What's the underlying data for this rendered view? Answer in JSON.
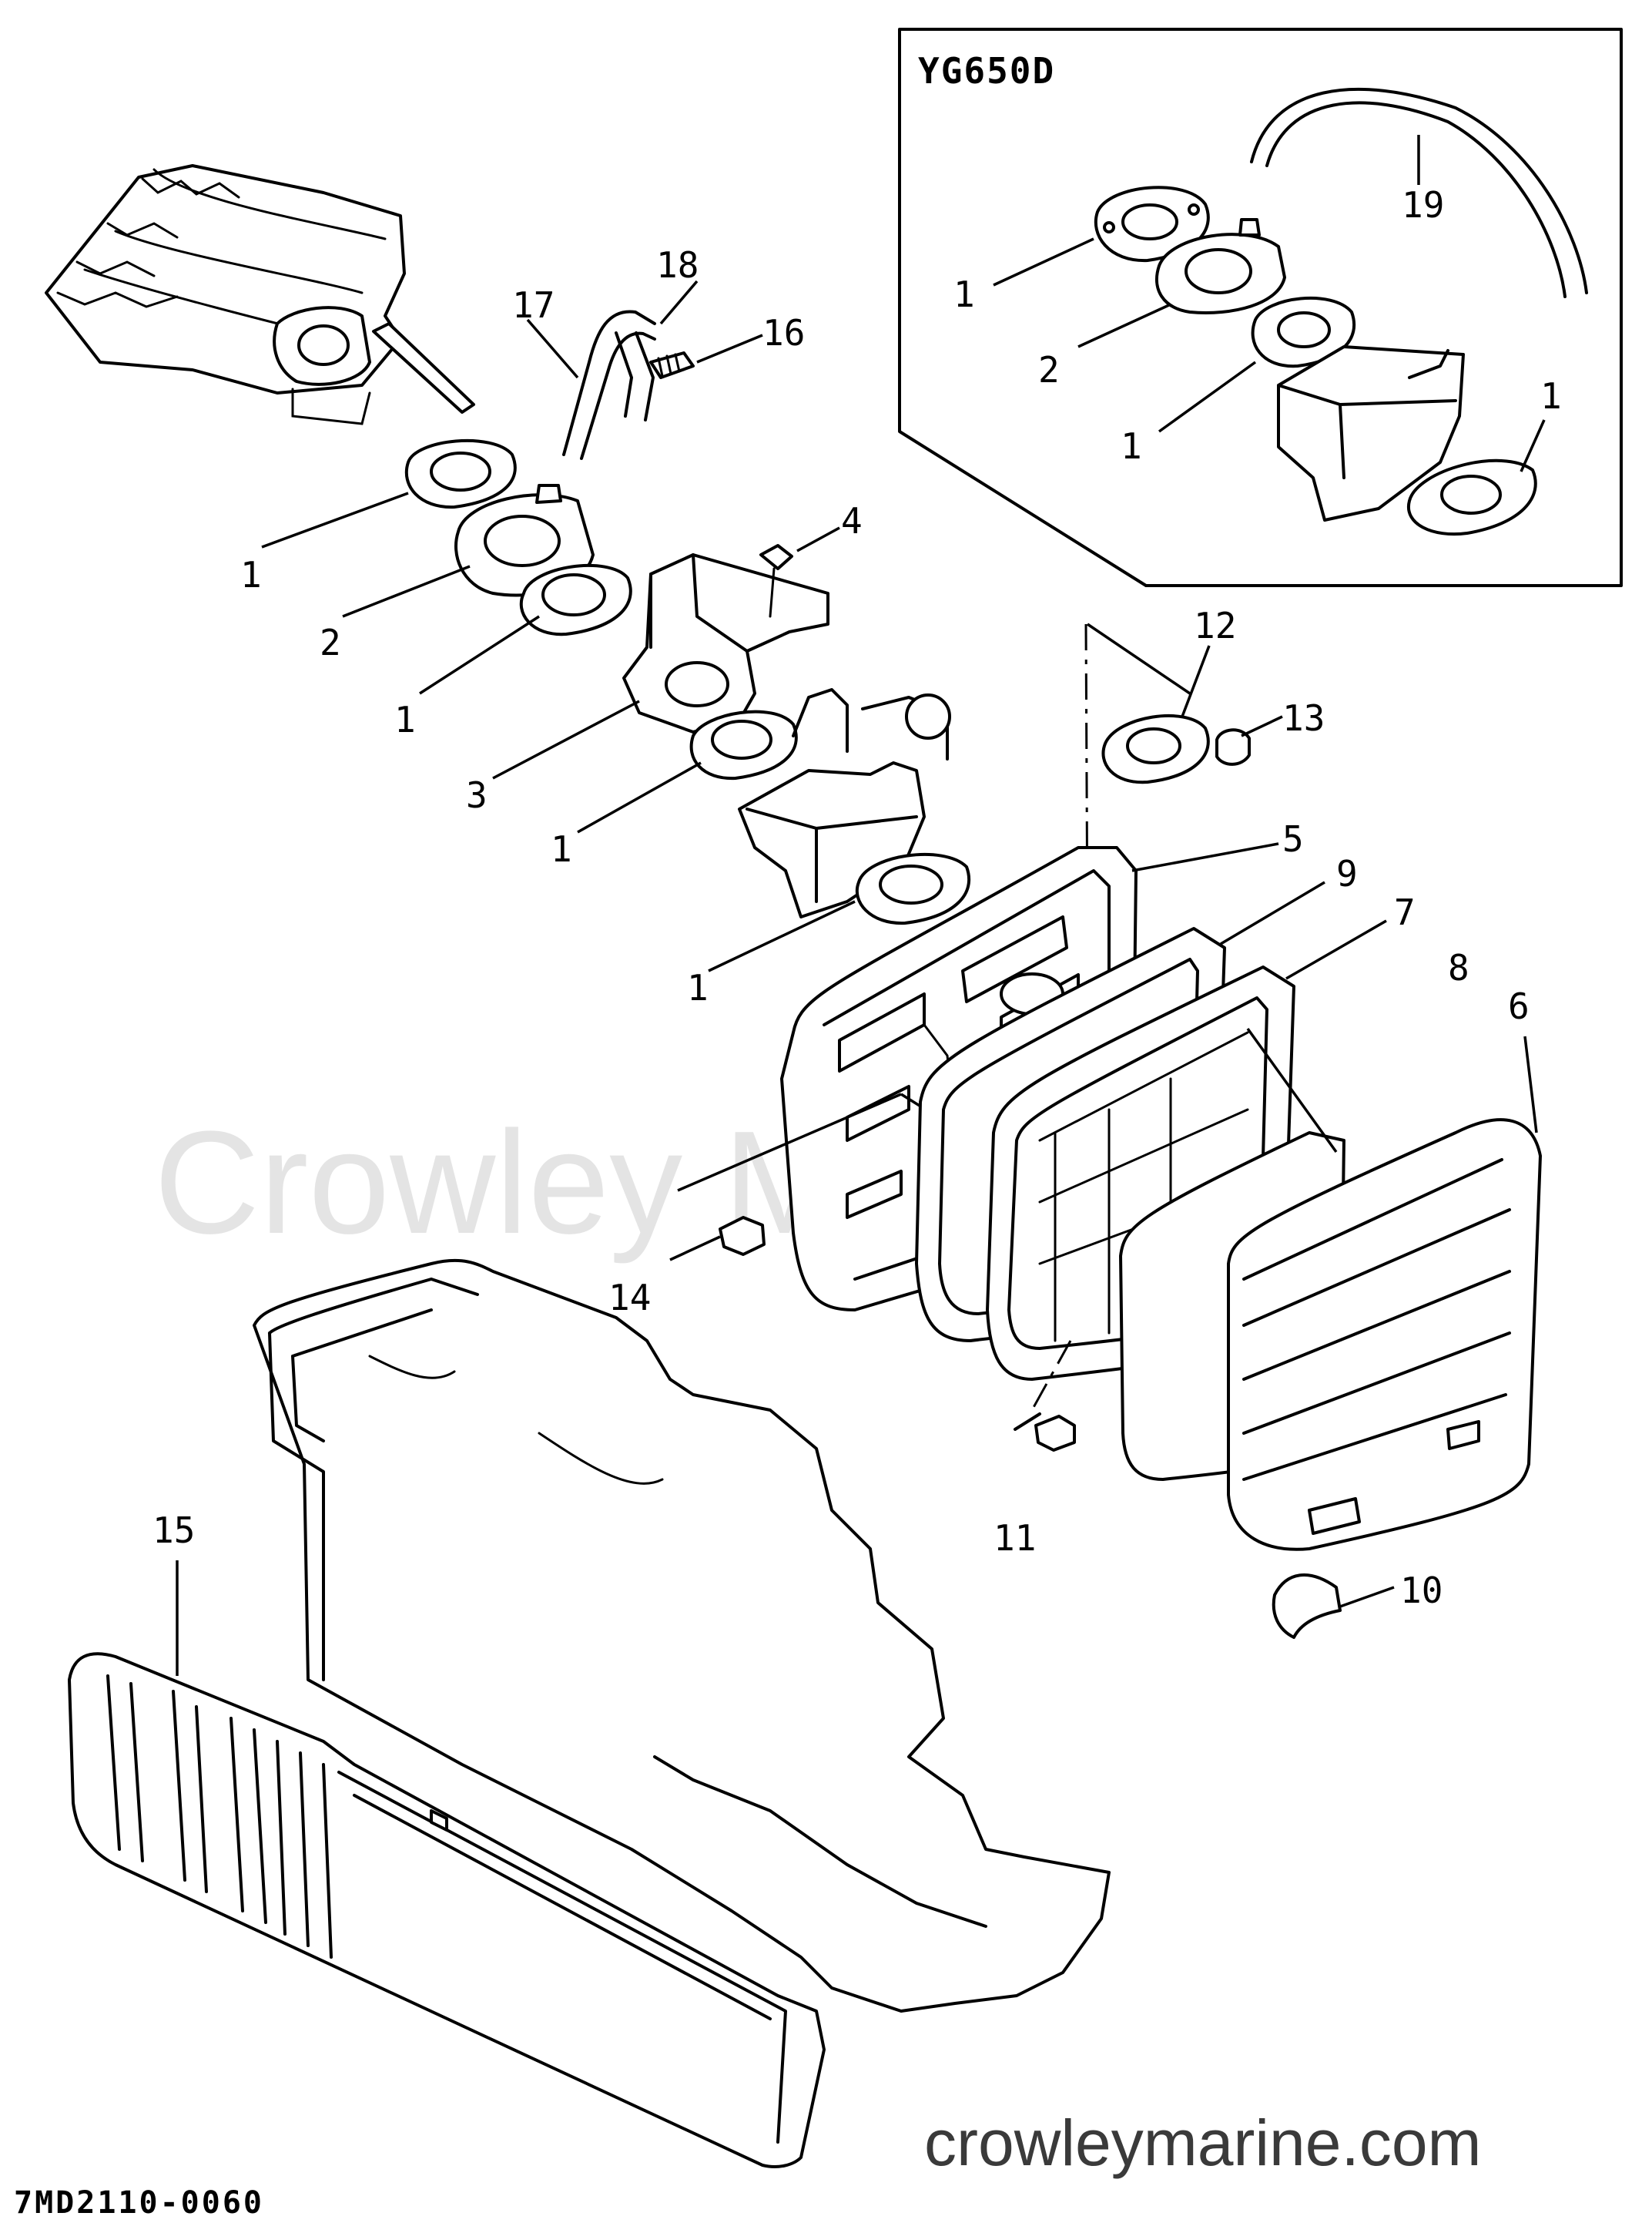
{
  "watermark": "Crowley Marine",
  "site": "crowleymarine.com",
  "drawing_number": "7MD2110-0060",
  "variant_label": "YG650D",
  "callouts": {
    "1": "1",
    "2": "2",
    "3": "3",
    "4": "4",
    "5": "5",
    "6": "6",
    "7": "7",
    "8": "8",
    "9": "9",
    "10": "10",
    "11": "11",
    "12": "12",
    "13": "13",
    "14": "14",
    "15": "15",
    "16": "16",
    "17": "17",
    "18": "18",
    "19": "19"
  }
}
